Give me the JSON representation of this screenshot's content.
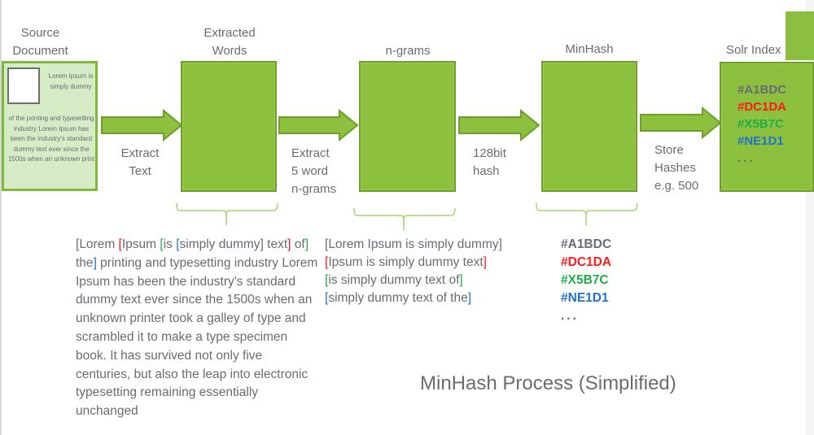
{
  "title": "MinHash Process (Simplified)",
  "colors": {
    "box_green": "#8cc03e",
    "box_border": "#6f9e2c",
    "source_fill": "#d6ecc7",
    "text_gray": "#6b6b73",
    "hash_gray": "#6b6b73",
    "hash_red": "#ff1a1a",
    "hash_green": "#1fae4a",
    "hash_blue": "#1f74c8"
  },
  "stages": {
    "source": {
      "label_line1": "Source",
      "label_line2": "Document",
      "doc_text_right": "Lorem Ipsum is simply dummy",
      "doc_text_bottom": "of the printing and typesetting industry Lorem Ipsum has been the industry's standard dummy text ever since the 1500s when an unknown print"
    },
    "extracted_words": {
      "label_line1": "Extracted",
      "label_line2": "Words"
    },
    "ngrams": {
      "label": "n-grams"
    },
    "minhash": {
      "label": "MinHash"
    },
    "solr": {
      "label": "Solr Index",
      "hashes": [
        "#A1BDC",
        "#DC1DA",
        "#X5B7C",
        "#NE1D1"
      ],
      "ellipsis": "..."
    }
  },
  "steps": {
    "extract_text": {
      "line1": "Extract",
      "line2": "Text"
    },
    "extract_ngrams": {
      "line1": "Extract",
      "line2": "5 word",
      "line3": "n-grams"
    },
    "hash": {
      "line1": "128bit",
      "line2": "hash"
    },
    "store": {
      "line1": "Store",
      "line2": "Hashes",
      "line3": "e.g. 500"
    }
  },
  "words_example": {
    "open0": "[",
    "w1": "Lorem ",
    "open1": "[",
    "w2": "Ipsum ",
    "open2": "[",
    "w3": "is ",
    "open3": "[",
    "w4": "simply dummy",
    "close0": "]",
    "w5": " text",
    "close1": "]",
    "w6": " of",
    "close2": "]",
    "w7": " the",
    "close3": "]",
    "rest": " printing and typesetting industry Lorem Ipsum has been the industry's standard dummy text ever since the 1500s when an unknown printer took a galley of type and scrambled it to make a type specimen book. It has survived not only five centuries, but also the leap into electronic typesetting remaining essentially unchanged"
  },
  "ngrams_example": [
    {
      "text": "Lorem Ipsum is simply dummy",
      "bracket_color": "gray"
    },
    {
      "text": "Ipsum is simply dummy text",
      "bracket_color": "red"
    },
    {
      "text": "is simply dummy text of",
      "bracket_color": "green"
    },
    {
      "text": "simply dummy text of the",
      "bracket_color": "blue"
    }
  ],
  "minhash_example": {
    "hashes": [
      "#A1BDC",
      "#DC1DA",
      "#X5B7C",
      "#NE1D1"
    ],
    "ellipsis": "..."
  }
}
